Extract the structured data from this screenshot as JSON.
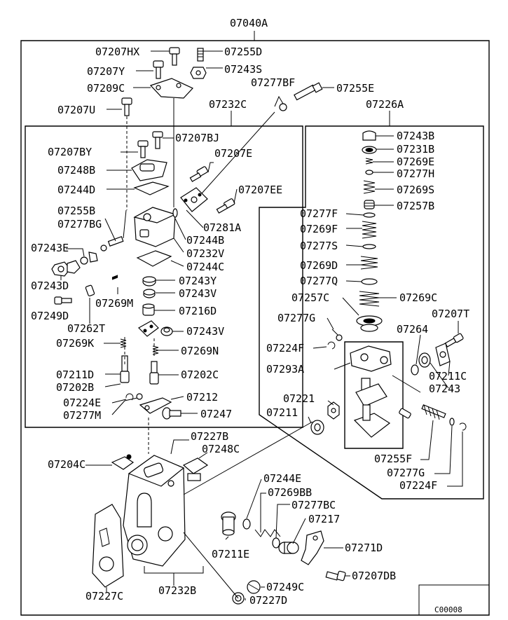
{
  "labels": {
    "assembly": "07040A",
    "p07207HX": "07207HX",
    "p07255D": "07255D",
    "p07207Y": "07207Y",
    "p07243S": "07243S",
    "p07209C": "07209C",
    "p07277BF": "07277BF",
    "p07255E": "07255E",
    "p07207U": "07207U",
    "p07232C": "07232C",
    "p07226A": "07226A",
    "p07207BJ": "07207BJ",
    "p07207BY": "07207BY",
    "p07207E": "07207E",
    "p07248B": "07248B",
    "p07244D": "07244D",
    "p07207EE": "07207EE",
    "p07255B": "07255B",
    "p07277BG": "07277BG",
    "p07281A": "07281A",
    "p07244B": "07244B",
    "p07232V": "07232V",
    "p07243E": "07243E",
    "p07244C": "07244C",
    "p07243D": "07243D",
    "p07243Y": "07243Y",
    "p07243V": "07243V",
    "p07269M": "07269M",
    "p07249D": "07249D",
    "p07216D": "07216D",
    "p07262T": "07262T",
    "p07243V2": "07243V",
    "p07269K": "07269K",
    "p07269N": "07269N",
    "p07211D": "07211D",
    "p07202C": "07202C",
    "p07202B": "07202B",
    "p07224E": "07224E",
    "p07212": "07212",
    "p07277M": "07277M",
    "p07247": "07247",
    "p07243B": "07243B",
    "p07231B": "07231B",
    "p07269E": "07269E",
    "p07277H": "07277H",
    "p07269S": "07269S",
    "p07257B": "07257B",
    "p07277F": "07277F",
    "p07269F": "07269F",
    "p07277S": "07277S",
    "p07269D": "07269D",
    "p07277Q": "07277Q",
    "p07257C": "07257C",
    "p07269C": "07269C",
    "p07277G": "07277G",
    "p07207T": "07207T",
    "p07224F": "07224F",
    "p07264": "07264",
    "p07293A": "07293A",
    "p07211C": "07211C",
    "p07243": "07243",
    "p07221": "07221",
    "p07211": "07211",
    "p07255F": "07255F",
    "p07277G2": "07277G",
    "p07224F2": "07224F",
    "p07227B": "07227B",
    "p07248C": "07248C",
    "p07204C": "07204C",
    "p07244E": "07244E",
    "p07269BB": "07269BB",
    "p07277BC": "07277BC",
    "p07217": "07217",
    "p07271D": "07271D",
    "p07211E": "07211E",
    "p07207DB": "07207DB",
    "p07249C": "07249C",
    "p07232B": "07232B",
    "p07227C": "07227C",
    "p07227D": "07227D"
  },
  "figure_ref": "C00008"
}
